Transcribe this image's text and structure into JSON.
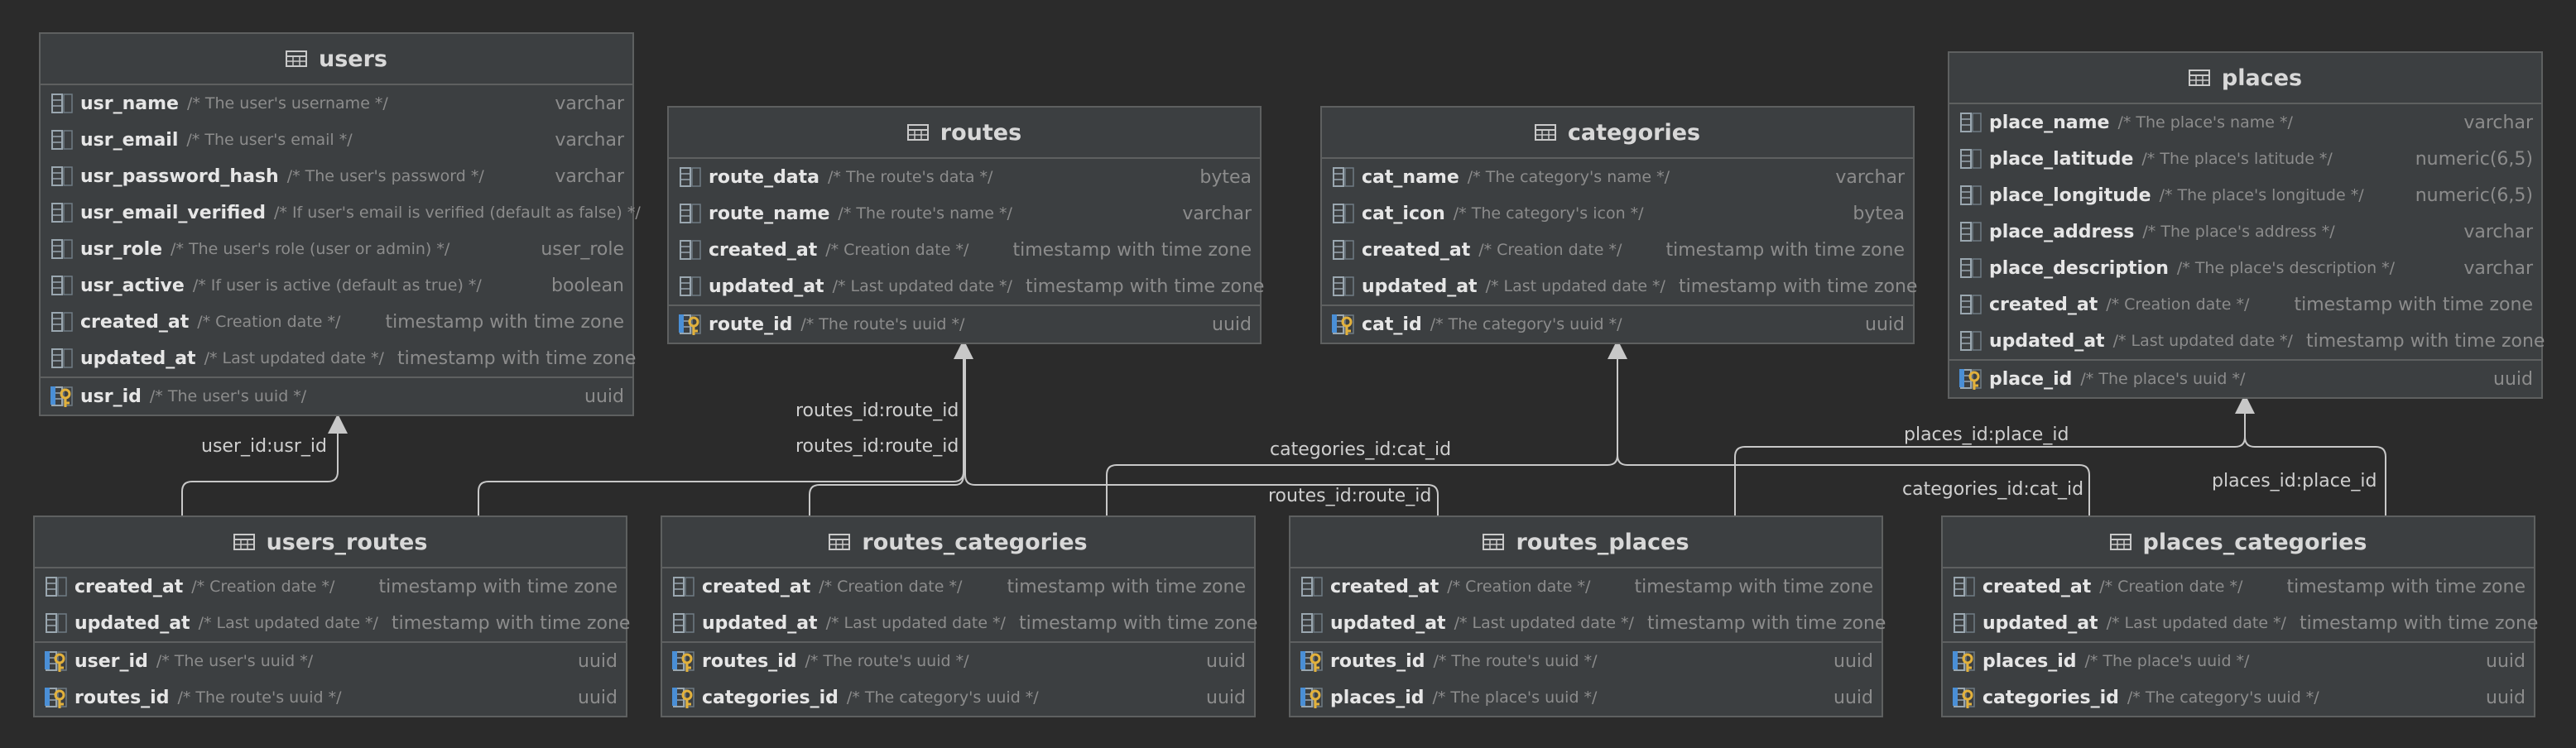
{
  "tables": [
    {
      "id": "users",
      "name": "users",
      "columns": [
        {
          "name": "usr_name",
          "comment": "/* The user's username */",
          "type": "varchar",
          "kind": "column"
        },
        {
          "name": "usr_email",
          "comment": "/* The user's email */",
          "type": "varchar",
          "kind": "column"
        },
        {
          "name": "usr_password_hash",
          "comment": "/* The user's password */",
          "type": "varchar",
          "kind": "column"
        },
        {
          "name": "usr_email_verified",
          "comment": "/* If user's email is verified (default as false) */",
          "type": "",
          "kind": "column"
        },
        {
          "name": "usr_role",
          "comment": "/* The user's role (user or admin) */",
          "type": "user_role",
          "kind": "column"
        },
        {
          "name": "usr_active",
          "comment": "/* If user is active (default as true) */",
          "type": "boolean",
          "kind": "column"
        },
        {
          "name": "created_at",
          "comment": "/* Creation date */",
          "type": "timestamp with time zone",
          "kind": "column"
        },
        {
          "name": "updated_at",
          "comment": "/* Last updated date */",
          "type": "timestamp with time zone",
          "kind": "column"
        },
        {
          "name": "usr_id",
          "comment": "/* The user's uuid */",
          "type": "uuid",
          "kind": "primary-key",
          "separator": true
        }
      ]
    },
    {
      "id": "routes",
      "name": "routes",
      "columns": [
        {
          "name": "route_data",
          "comment": "/* The route's data */",
          "type": "bytea",
          "kind": "column"
        },
        {
          "name": "route_name",
          "comment": "/* The route's name */",
          "type": "varchar",
          "kind": "column"
        },
        {
          "name": "created_at",
          "comment": "/* Creation date */",
          "type": "timestamp with time zone",
          "kind": "column"
        },
        {
          "name": "updated_at",
          "comment": "/* Last updated date */",
          "type": "timestamp with time zone",
          "kind": "column"
        },
        {
          "name": "route_id",
          "comment": "/* The route's uuid */",
          "type": "uuid",
          "kind": "primary-key",
          "separator": true
        }
      ]
    },
    {
      "id": "categories",
      "name": "categories",
      "columns": [
        {
          "name": "cat_name",
          "comment": "/* The category's name */",
          "type": "varchar",
          "kind": "column"
        },
        {
          "name": "cat_icon",
          "comment": "/* The category's icon */",
          "type": "bytea",
          "kind": "column"
        },
        {
          "name": "created_at",
          "comment": "/* Creation date */",
          "type": "timestamp with time zone",
          "kind": "column"
        },
        {
          "name": "updated_at",
          "comment": "/* Last updated date */",
          "type": "timestamp with time zone",
          "kind": "column"
        },
        {
          "name": "cat_id",
          "comment": "/* The category's uuid */",
          "type": "uuid",
          "kind": "primary-key",
          "separator": true
        }
      ]
    },
    {
      "id": "places",
      "name": "places",
      "columns": [
        {
          "name": "place_name",
          "comment": "/* The place's name */",
          "type": "varchar",
          "kind": "column"
        },
        {
          "name": "place_latitude",
          "comment": "/* The place's latitude */",
          "type": "numeric(6,5)",
          "kind": "column"
        },
        {
          "name": "place_longitude",
          "comment": "/* The place's longitude */",
          "type": "numeric(6,5)",
          "kind": "column"
        },
        {
          "name": "place_address",
          "comment": "/* The place's address */",
          "type": "varchar",
          "kind": "column"
        },
        {
          "name": "place_description",
          "comment": "/* The place's description */",
          "type": "varchar",
          "kind": "column"
        },
        {
          "name": "created_at",
          "comment": "/* Creation date */",
          "type": "timestamp with time zone",
          "kind": "column"
        },
        {
          "name": "updated_at",
          "comment": "/* Last updated date */",
          "type": "timestamp with time zone",
          "kind": "column"
        },
        {
          "name": "place_id",
          "comment": "/* The place's uuid */",
          "type": "uuid",
          "kind": "primary-key",
          "separator": true
        }
      ]
    },
    {
      "id": "users_routes",
      "name": "users_routes",
      "columns": [
        {
          "name": "created_at",
          "comment": "/* Creation date */",
          "type": "timestamp with time zone",
          "kind": "column"
        },
        {
          "name": "updated_at",
          "comment": "/* Last updated date */",
          "type": "timestamp with time zone",
          "kind": "column"
        },
        {
          "name": "user_id",
          "comment": "/* The user's uuid */",
          "type": "uuid",
          "kind": "foreign-key",
          "separator": true
        },
        {
          "name": "routes_id",
          "comment": "/* The route's uuid */",
          "type": "uuid",
          "kind": "foreign-key"
        }
      ]
    },
    {
      "id": "routes_categories",
      "name": "routes_categories",
      "columns": [
        {
          "name": "created_at",
          "comment": "/* Creation date */",
          "type": "timestamp with time zone",
          "kind": "column"
        },
        {
          "name": "updated_at",
          "comment": "/* Last updated date */",
          "type": "timestamp with time zone",
          "kind": "column"
        },
        {
          "name": "routes_id",
          "comment": "/* The route's uuid */",
          "type": "uuid",
          "kind": "foreign-key",
          "separator": true
        },
        {
          "name": "categories_id",
          "comment": "/* The category's uuid */",
          "type": "uuid",
          "kind": "foreign-key"
        }
      ]
    },
    {
      "id": "routes_places",
      "name": "routes_places",
      "columns": [
        {
          "name": "created_at",
          "comment": "/* Creation date */",
          "type": "timestamp with time zone",
          "kind": "column"
        },
        {
          "name": "updated_at",
          "comment": "/* Last updated date */",
          "type": "timestamp with time zone",
          "kind": "column"
        },
        {
          "name": "routes_id",
          "comment": "/* The route's uuid */",
          "type": "uuid",
          "kind": "foreign-key",
          "separator": true
        },
        {
          "name": "places_id",
          "comment": "/* The place's uuid */",
          "type": "uuid",
          "kind": "foreign-key"
        }
      ]
    },
    {
      "id": "places_categories",
      "name": "places_categories",
      "columns": [
        {
          "name": "created_at",
          "comment": "/* Creation date */",
          "type": "timestamp with time zone",
          "kind": "column"
        },
        {
          "name": "updated_at",
          "comment": "/* Last updated date */",
          "type": "timestamp with time zone",
          "kind": "column"
        },
        {
          "name": "places_id",
          "comment": "/* The place's uuid */",
          "type": "uuid",
          "kind": "foreign-key",
          "separator": true
        },
        {
          "name": "categories_id",
          "comment": "/* The category's uuid */",
          "type": "uuid",
          "kind": "foreign-key"
        }
      ]
    }
  ],
  "relations": [
    {
      "id": "users_routes-users",
      "from": "users_routes",
      "to": "users",
      "label": "user_id:usr_id"
    },
    {
      "id": "users_routes-routes",
      "from": "users_routes",
      "to": "routes",
      "label": "routes_id:route_id"
    },
    {
      "id": "routes_categories-routes",
      "from": "routes_categories",
      "to": "routes",
      "label": "routes_id:route_id"
    },
    {
      "id": "routes_categories-categories",
      "from": "routes_categories",
      "to": "categories",
      "label": "categories_id:cat_id"
    },
    {
      "id": "routes_places-routes",
      "from": "routes_places",
      "to": "routes",
      "label": "routes_id:route_id"
    },
    {
      "id": "routes_places-places",
      "from": "routes_places",
      "to": "places",
      "label": "places_id:place_id"
    },
    {
      "id": "places_categories-categories",
      "from": "places_categories",
      "to": "categories",
      "label": "categories_id:cat_id"
    },
    {
      "id": "places_categories-places",
      "from": "places_categories",
      "to": "places",
      "label": "places_id:place_id"
    }
  ],
  "colors": {
    "background": "#2b2b2b",
    "table_fill": "#3c3f41",
    "table_border": "#5e6060",
    "line": "#c8c8c8",
    "comment_text": "#8c8c8c",
    "column_icon": "#9aa7b0",
    "key_icon": "#e2b13c",
    "fk_icon": "#4a8fd6"
  },
  "icons": {
    "table": "table-icon",
    "column": "column-icon",
    "primary-key": "primary-key-icon",
    "foreign-key": "foreign-key-icon"
  }
}
